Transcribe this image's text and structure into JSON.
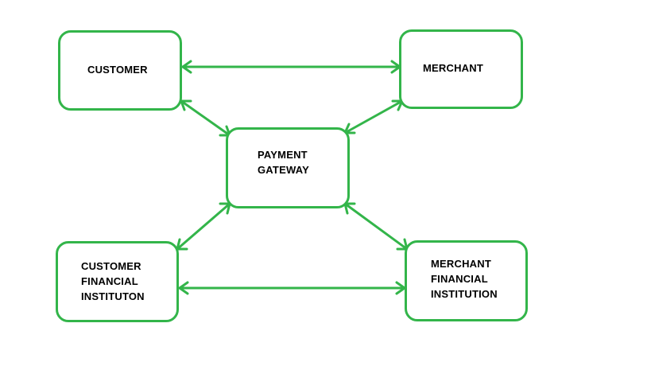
{
  "colors": {
    "stroke": "#33b54a",
    "text": "#000000",
    "background": "#ffffff"
  },
  "nodes": {
    "customer": {
      "lines": [
        "CUSTOMER"
      ]
    },
    "merchant": {
      "lines": [
        "MERCHANT"
      ]
    },
    "gateway": {
      "lines": [
        "PAYMENT",
        "GATEWAY"
      ]
    },
    "customer_fi": {
      "lines": [
        "CUSTOMER",
        "FINANCIAL",
        "INSTITUTON"
      ]
    },
    "merchant_fi": {
      "lines": [
        "MERCHANT",
        "FINANCIAL",
        "INSTITUTION"
      ]
    }
  },
  "edges": [
    {
      "from": "customer",
      "to": "merchant",
      "direction": "both"
    },
    {
      "from": "customer",
      "to": "gateway",
      "direction": "both"
    },
    {
      "from": "merchant",
      "to": "gateway",
      "direction": "both"
    },
    {
      "from": "gateway",
      "to": "customer_fi",
      "direction": "both"
    },
    {
      "from": "gateway",
      "to": "merchant_fi",
      "direction": "both"
    },
    {
      "from": "customer_fi",
      "to": "merchant_fi",
      "direction": "both"
    }
  ]
}
